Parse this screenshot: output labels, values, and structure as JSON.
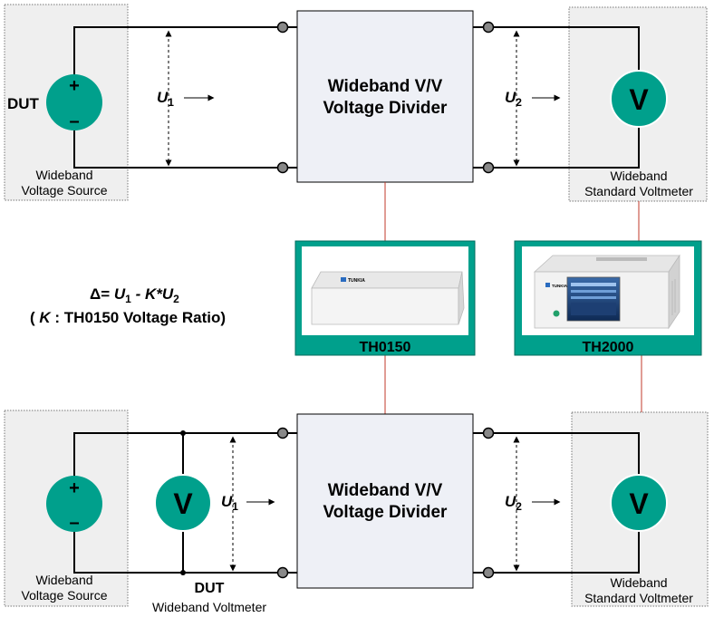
{
  "top_circuit": {
    "source_polarity_plus": "+",
    "source_polarity_minus": "–",
    "dut_label": "DUT",
    "source_caption_line1": "Wideband",
    "source_caption_line2": "Voltage Source",
    "u1_label": "U",
    "u1_sub": "1",
    "divider_line1": "Wideband V/V",
    "divider_line2": "Voltage Divider",
    "u2_label": "U",
    "u2_sub": "2",
    "voltmeter_symbol": "V",
    "voltmeter_caption_line1": "Wideband",
    "voltmeter_caption_line2": "Standard Voltmeter"
  },
  "formula": {
    "delta_prefix": "Δ= ",
    "u": "U",
    "u1_sub": "1",
    "minus_k": " - K*",
    "u2_sub": "2",
    "note_open": "( ",
    "note_k": "K",
    "note_rest": " : TH0150 Voltage Ratio)"
  },
  "devices": {
    "th0150_label": "TH0150",
    "th0150_brand": "TUNKIA",
    "th2000_label": "TH2000",
    "th2000_brand": "TUNKIA",
    "teal_color": "#00a08c"
  },
  "bottom_circuit": {
    "source_polarity_plus": "+",
    "source_polarity_minus": "–",
    "source_caption_line1": "Wideband",
    "source_caption_line2": "Voltage Source",
    "dut_voltmeter_symbol": "V",
    "dut_label": "DUT",
    "dut_caption": "Wideband Voltmeter",
    "u1_label": "U",
    "u1_sub": "1",
    "divider_line1": "Wideband V/V",
    "divider_line2": "Voltage Divider",
    "u2_label": "U",
    "u2_sub": "2",
    "voltmeter_symbol": "V",
    "voltmeter_caption_line1": "Wideband",
    "voltmeter_caption_line2": "Standard Voltmeter"
  }
}
